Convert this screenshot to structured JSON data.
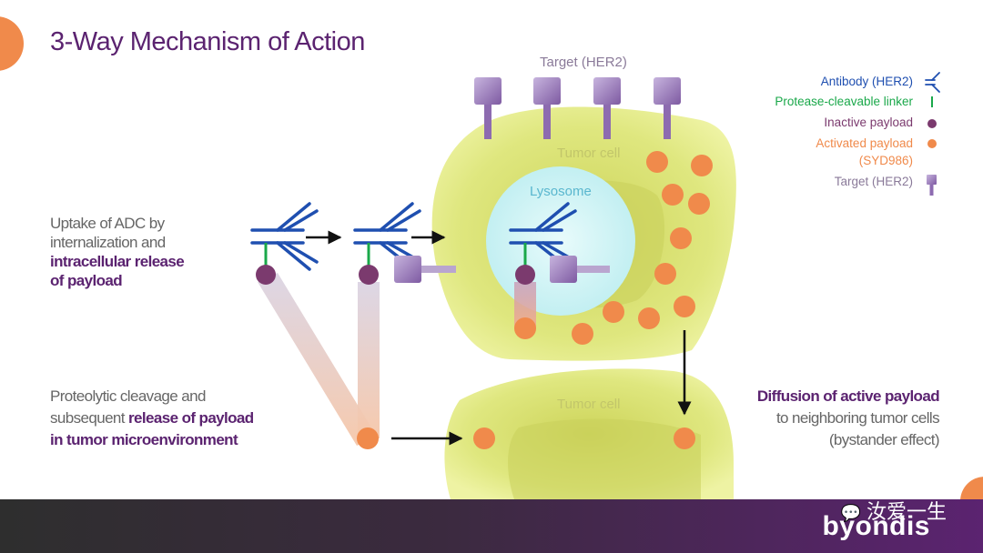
{
  "title": "3-Way Mechanism of Action",
  "target_top_label": "Target (HER2)",
  "tumor_cell_label_1": "Tumor cell",
  "tumor_cell_label_2": "Tumor cell",
  "lysosome_label": "Lysosome",
  "uptake": {
    "line1": "Uptake of ADC by",
    "line2": "internalization and",
    "bold1": "intracellular release",
    "bold2": "of payload"
  },
  "proteolytic": {
    "line1": "Proteolytic cleavage and",
    "line2_plain": "subsequent ",
    "line2_bold": "release of payload",
    "line3_bold": "in tumor microenvironment"
  },
  "diffusion": {
    "bold": "Diffusion of active payload",
    "line2": "to neighboring tumor cells",
    "line3": "(bystander effect)"
  },
  "legend": {
    "antibody": "Antibody (HER2)",
    "linker": "Protease-cleavable linker",
    "inactive": "Inactive payload",
    "activated_1": "Activated payload",
    "activated_2": "(SYD986)",
    "target": "Target (HER2)"
  },
  "colors": {
    "title": "#5b2370",
    "antibody": "#1f4fb0",
    "linker": "#1aa84a",
    "inactive_payload": "#7b3a6e",
    "activated_payload": "#f08a4b",
    "target": "#9b7bb8",
    "cell": "#e4ec8a",
    "lysosome": "#c8f0f2"
  },
  "brand": "byondis",
  "watermark": "汝爱一生"
}
